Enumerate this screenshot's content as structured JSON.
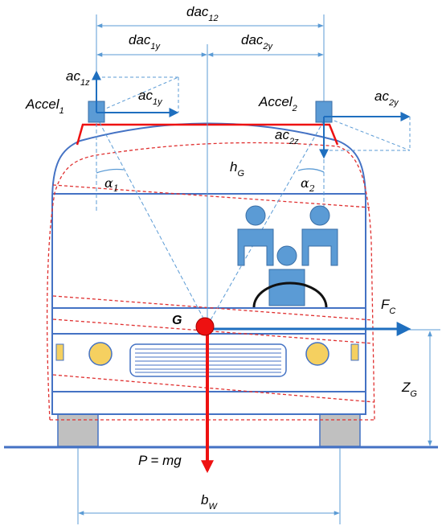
{
  "colors": {
    "bus_outline": "#4472C4",
    "deformed_outline": "#E03030",
    "dimension_line": "#5B9BD5",
    "vector": "#1F6FBF",
    "gravity": "#EE1111",
    "person_fill": "#5B9BD5",
    "light_fill": "#F5D060",
    "wheel_fill": "#C0C0C0",
    "ground": "#4472C4"
  },
  "labels": {
    "dac12": {
      "main": "dac",
      "sub": "12"
    },
    "dac1y": {
      "main": "dac",
      "sub": "1y"
    },
    "dac2y": {
      "main": "dac",
      "sub": "2y"
    },
    "ac1z": {
      "main": "ac",
      "sub": "1z"
    },
    "ac1y": {
      "main": "ac",
      "sub": "1y"
    },
    "ac2y": {
      "main": "ac",
      "sub": "2y"
    },
    "ac2z": {
      "main": "ac",
      "sub": "2z"
    },
    "accel1": {
      "main": "Accel",
      "sub": "1"
    },
    "accel2": {
      "main": "Accel",
      "sub": "2"
    },
    "hG": {
      "main": "h",
      "sub": "G"
    },
    "alpha1": {
      "main": "α",
      "sub": "1"
    },
    "alpha2": {
      "main": "α",
      "sub": "2"
    },
    "G": "G",
    "Fc": {
      "main": "F",
      "sub": "C"
    },
    "ZG": {
      "main": "Z",
      "sub": "G"
    },
    "P": "P = mg",
    "bW": {
      "main": "b",
      "sub": "W"
    }
  }
}
